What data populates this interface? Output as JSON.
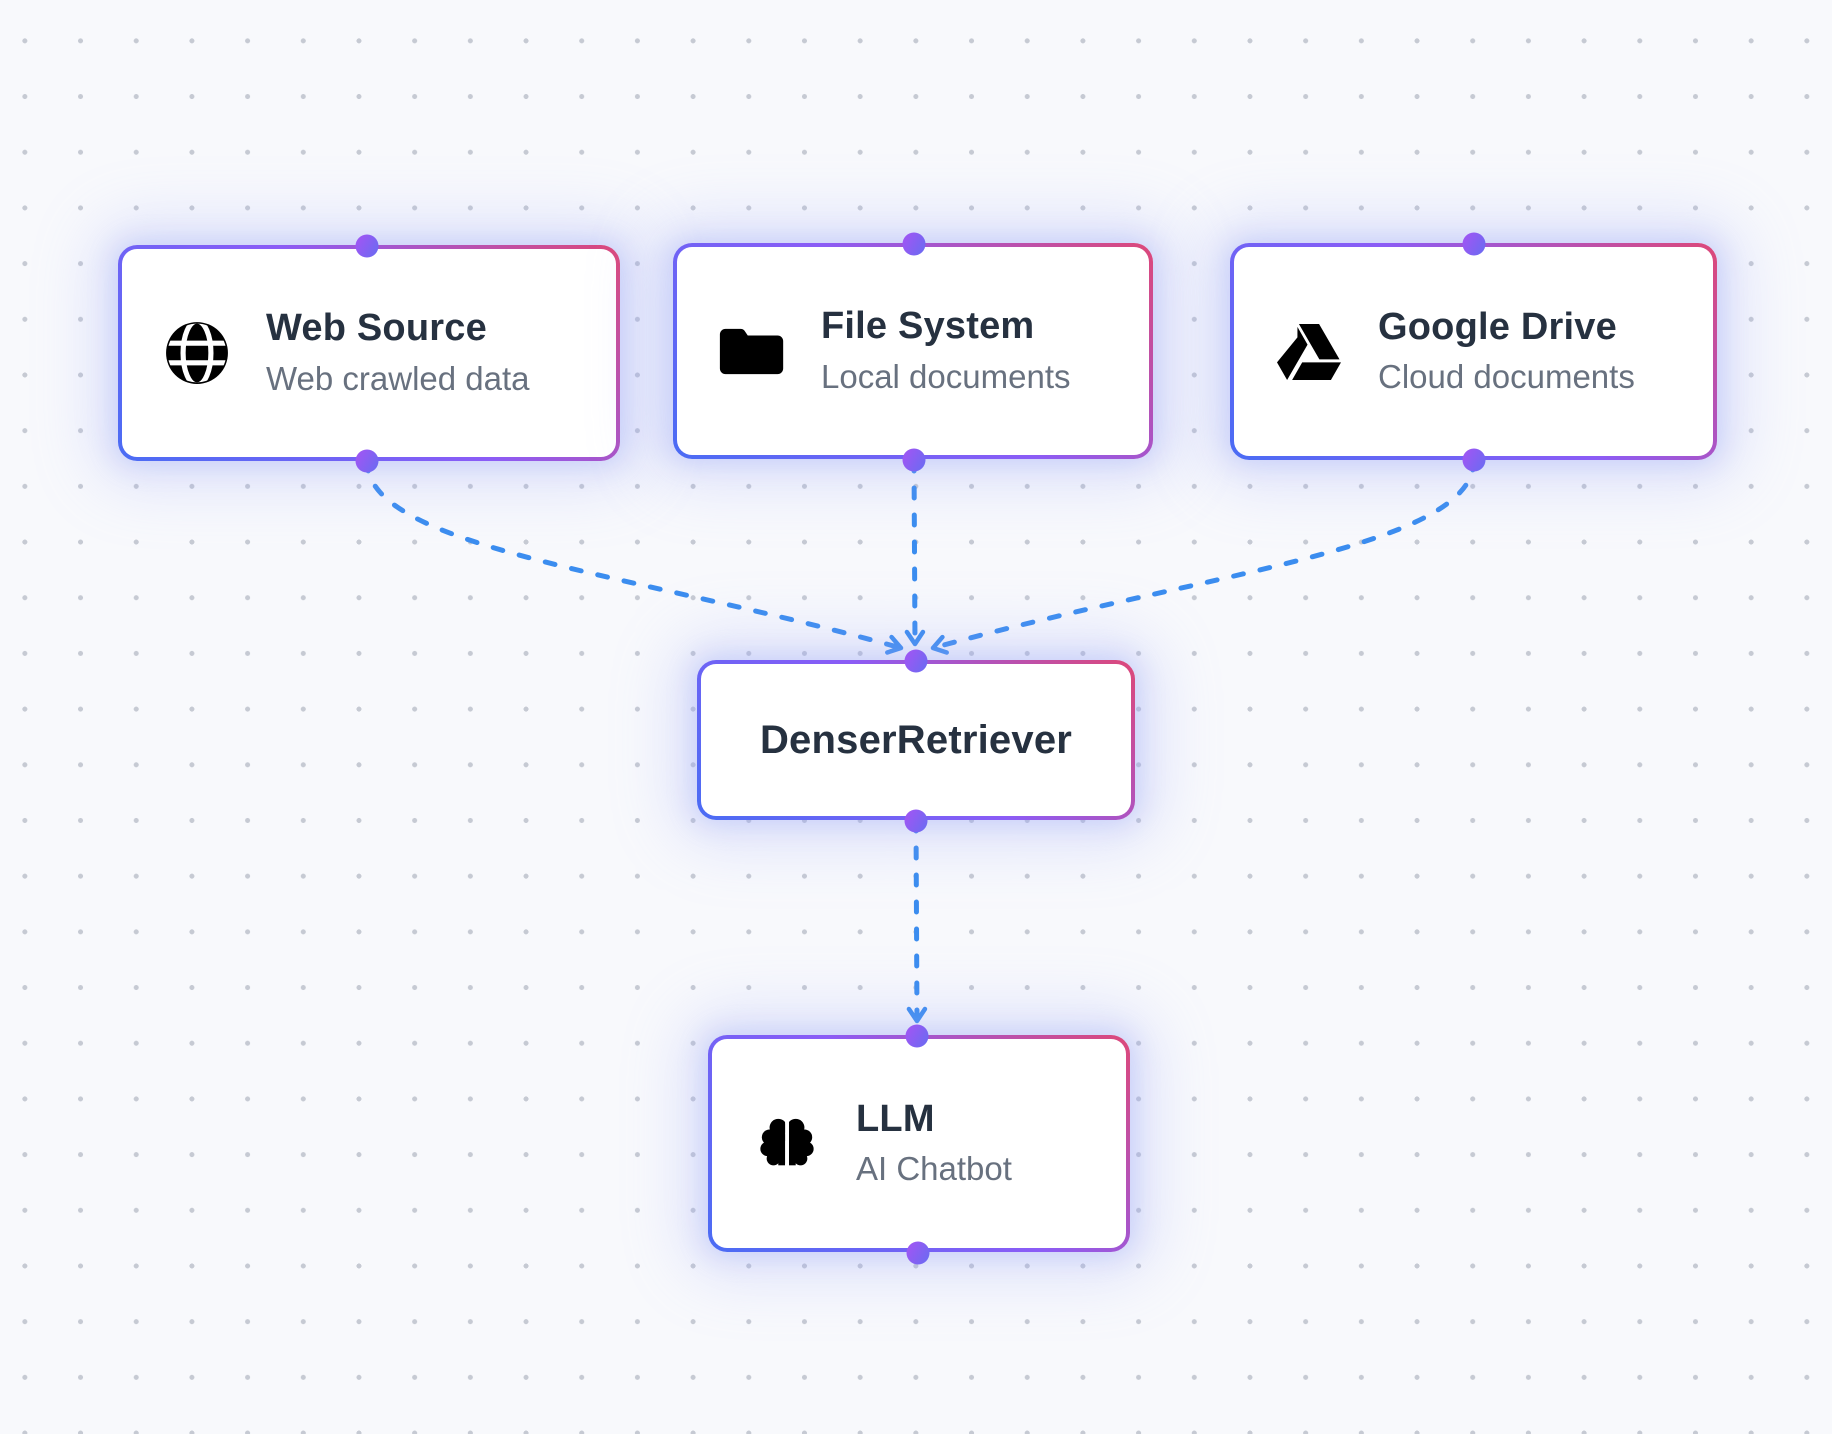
{
  "diagram": {
    "nodes": [
      {
        "id": "web-source",
        "title": "Web Source",
        "subtitle": "Web crawled data",
        "icon": "globe-icon"
      },
      {
        "id": "file-system",
        "title": "File System",
        "subtitle": "Local documents",
        "icon": "folder-icon"
      },
      {
        "id": "google-drive",
        "title": "Google Drive",
        "subtitle": "Cloud documents",
        "icon": "google-drive-icon"
      },
      {
        "id": "denser-retriever",
        "title": "DenserRetriever"
      },
      {
        "id": "llm",
        "title": "LLM",
        "subtitle": "AI Chatbot",
        "icon": "brain-icon"
      }
    ],
    "edges": [
      {
        "from": "Web Source",
        "to": "DenserRetriever",
        "style": "dashed"
      },
      {
        "from": "File System",
        "to": "DenserRetriever",
        "style": "dashed"
      },
      {
        "from": "Google Drive",
        "to": "DenserRetriever",
        "style": "dashed"
      },
      {
        "from": "DenserRetriever",
        "to": "LLM",
        "style": "dashed"
      }
    ],
    "colors": {
      "edge": "#3b8def",
      "node_border_gradient": [
        "#4a6cf4",
        "#8b5cf6",
        "#dd4879"
      ],
      "handle_gradient": [
        "#9a58f3",
        "#6a6bf2"
      ],
      "title_text": "#263140",
      "subtitle_text": "#68717f",
      "background": "#f8f9fc",
      "grid_dot": "#c6cad3",
      "icon": "#000000"
    }
  }
}
